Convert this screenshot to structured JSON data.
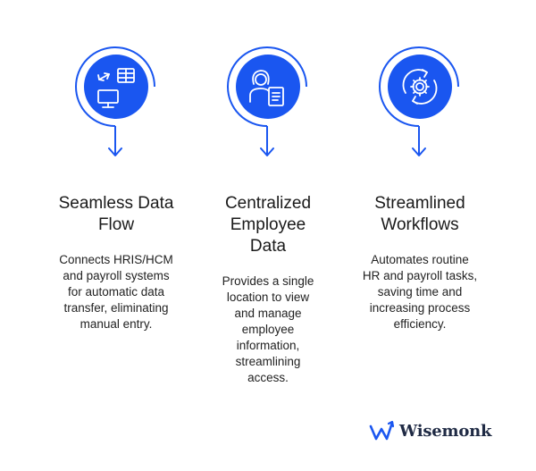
{
  "colors": {
    "accent": "#1a56f0",
    "icon_fg": "#ffffff",
    "text": "#1a1a1a"
  },
  "features": [
    {
      "icon": "data-transfer-icon",
      "title_lines": [
        "Seamless Data",
        "Flow"
      ],
      "desc_lines": [
        "Connects HRIS/HCM",
        "and payroll systems",
        "for automatic data",
        "transfer, eliminating",
        "manual entry."
      ]
    },
    {
      "icon": "employee-profile-icon",
      "title_lines": [
        "Centralized",
        "Employee",
        "Data"
      ],
      "desc_lines": [
        "Provides a single",
        "location to view",
        "and manage",
        "employee",
        "information,",
        "streamlining",
        "access."
      ]
    },
    {
      "icon": "gear-cycle-icon",
      "title_lines": [
        "Streamlined",
        "Workflows"
      ],
      "desc_lines": [
        "Automates routine",
        "HR and payroll tasks,",
        "saving time and",
        "increasing process",
        "efficiency."
      ]
    }
  ],
  "brand": {
    "name": "Wisemonk",
    "logo_icon": "wisemonk-logo-icon"
  }
}
